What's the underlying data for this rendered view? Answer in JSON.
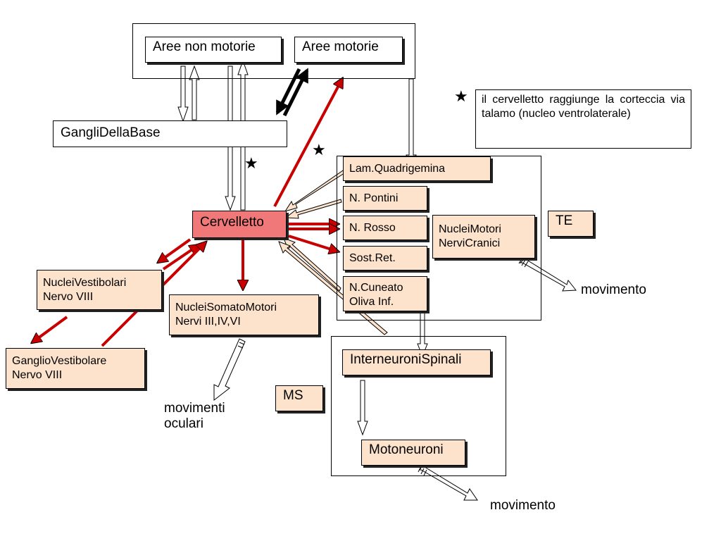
{
  "boxes": {
    "aree_non_motorie": "Aree non motorie",
    "aree_motorie": "Aree motorie",
    "gangli_della_base": "GangliDellaBase",
    "cervelletto": "Cervelletto",
    "lam_quadrigemina": "Lam.Quadrigemina",
    "n_pontini": "N. Pontini",
    "n_rosso": "N. Rosso",
    "sost_ret": "Sost.Ret.",
    "n_cuneato_line1": "N.Cuneato",
    "n_cuneato_line2": "Oliva Inf.",
    "nuclei_motori_line1": "NucleiMotori",
    "nuclei_motori_line2": "NerviCranici",
    "te": "TE",
    "nuclei_vestibolari_line1": "NucleiVestibolari",
    "nuclei_vestibolari_line2": "Nervo VIII",
    "nuclei_somatomotori_line1": "NucleiSomatoMotori",
    "nuclei_somatomotori_line2": "Nervi III,IV,VI",
    "ganglio_vestibolare_line1": "GanglioVestibolare",
    "ganglio_vestibolare_line2": "Nervo VIII",
    "interneuroni_spinali": "InterneuroniSpinali",
    "motoneuroni": "Motoneuroni",
    "ms": "MS"
  },
  "labels": {
    "movimento_te": "movimento",
    "movimento_ms": "movimento",
    "movimenti_oculari_line1": "movimenti",
    "movimenti_oculari_line2": "oculari"
  },
  "note": {
    "star": "★",
    "text": "il cervelletto raggiunge la corteccia via talamo (nucleo ventrolaterale)"
  },
  "stars": [
    "★",
    "★",
    "★"
  ],
  "colors": {
    "peach": "#fde3cc",
    "red_box": "#f07878",
    "red_arrow": "#c80000",
    "black_arrow": "#000000"
  }
}
